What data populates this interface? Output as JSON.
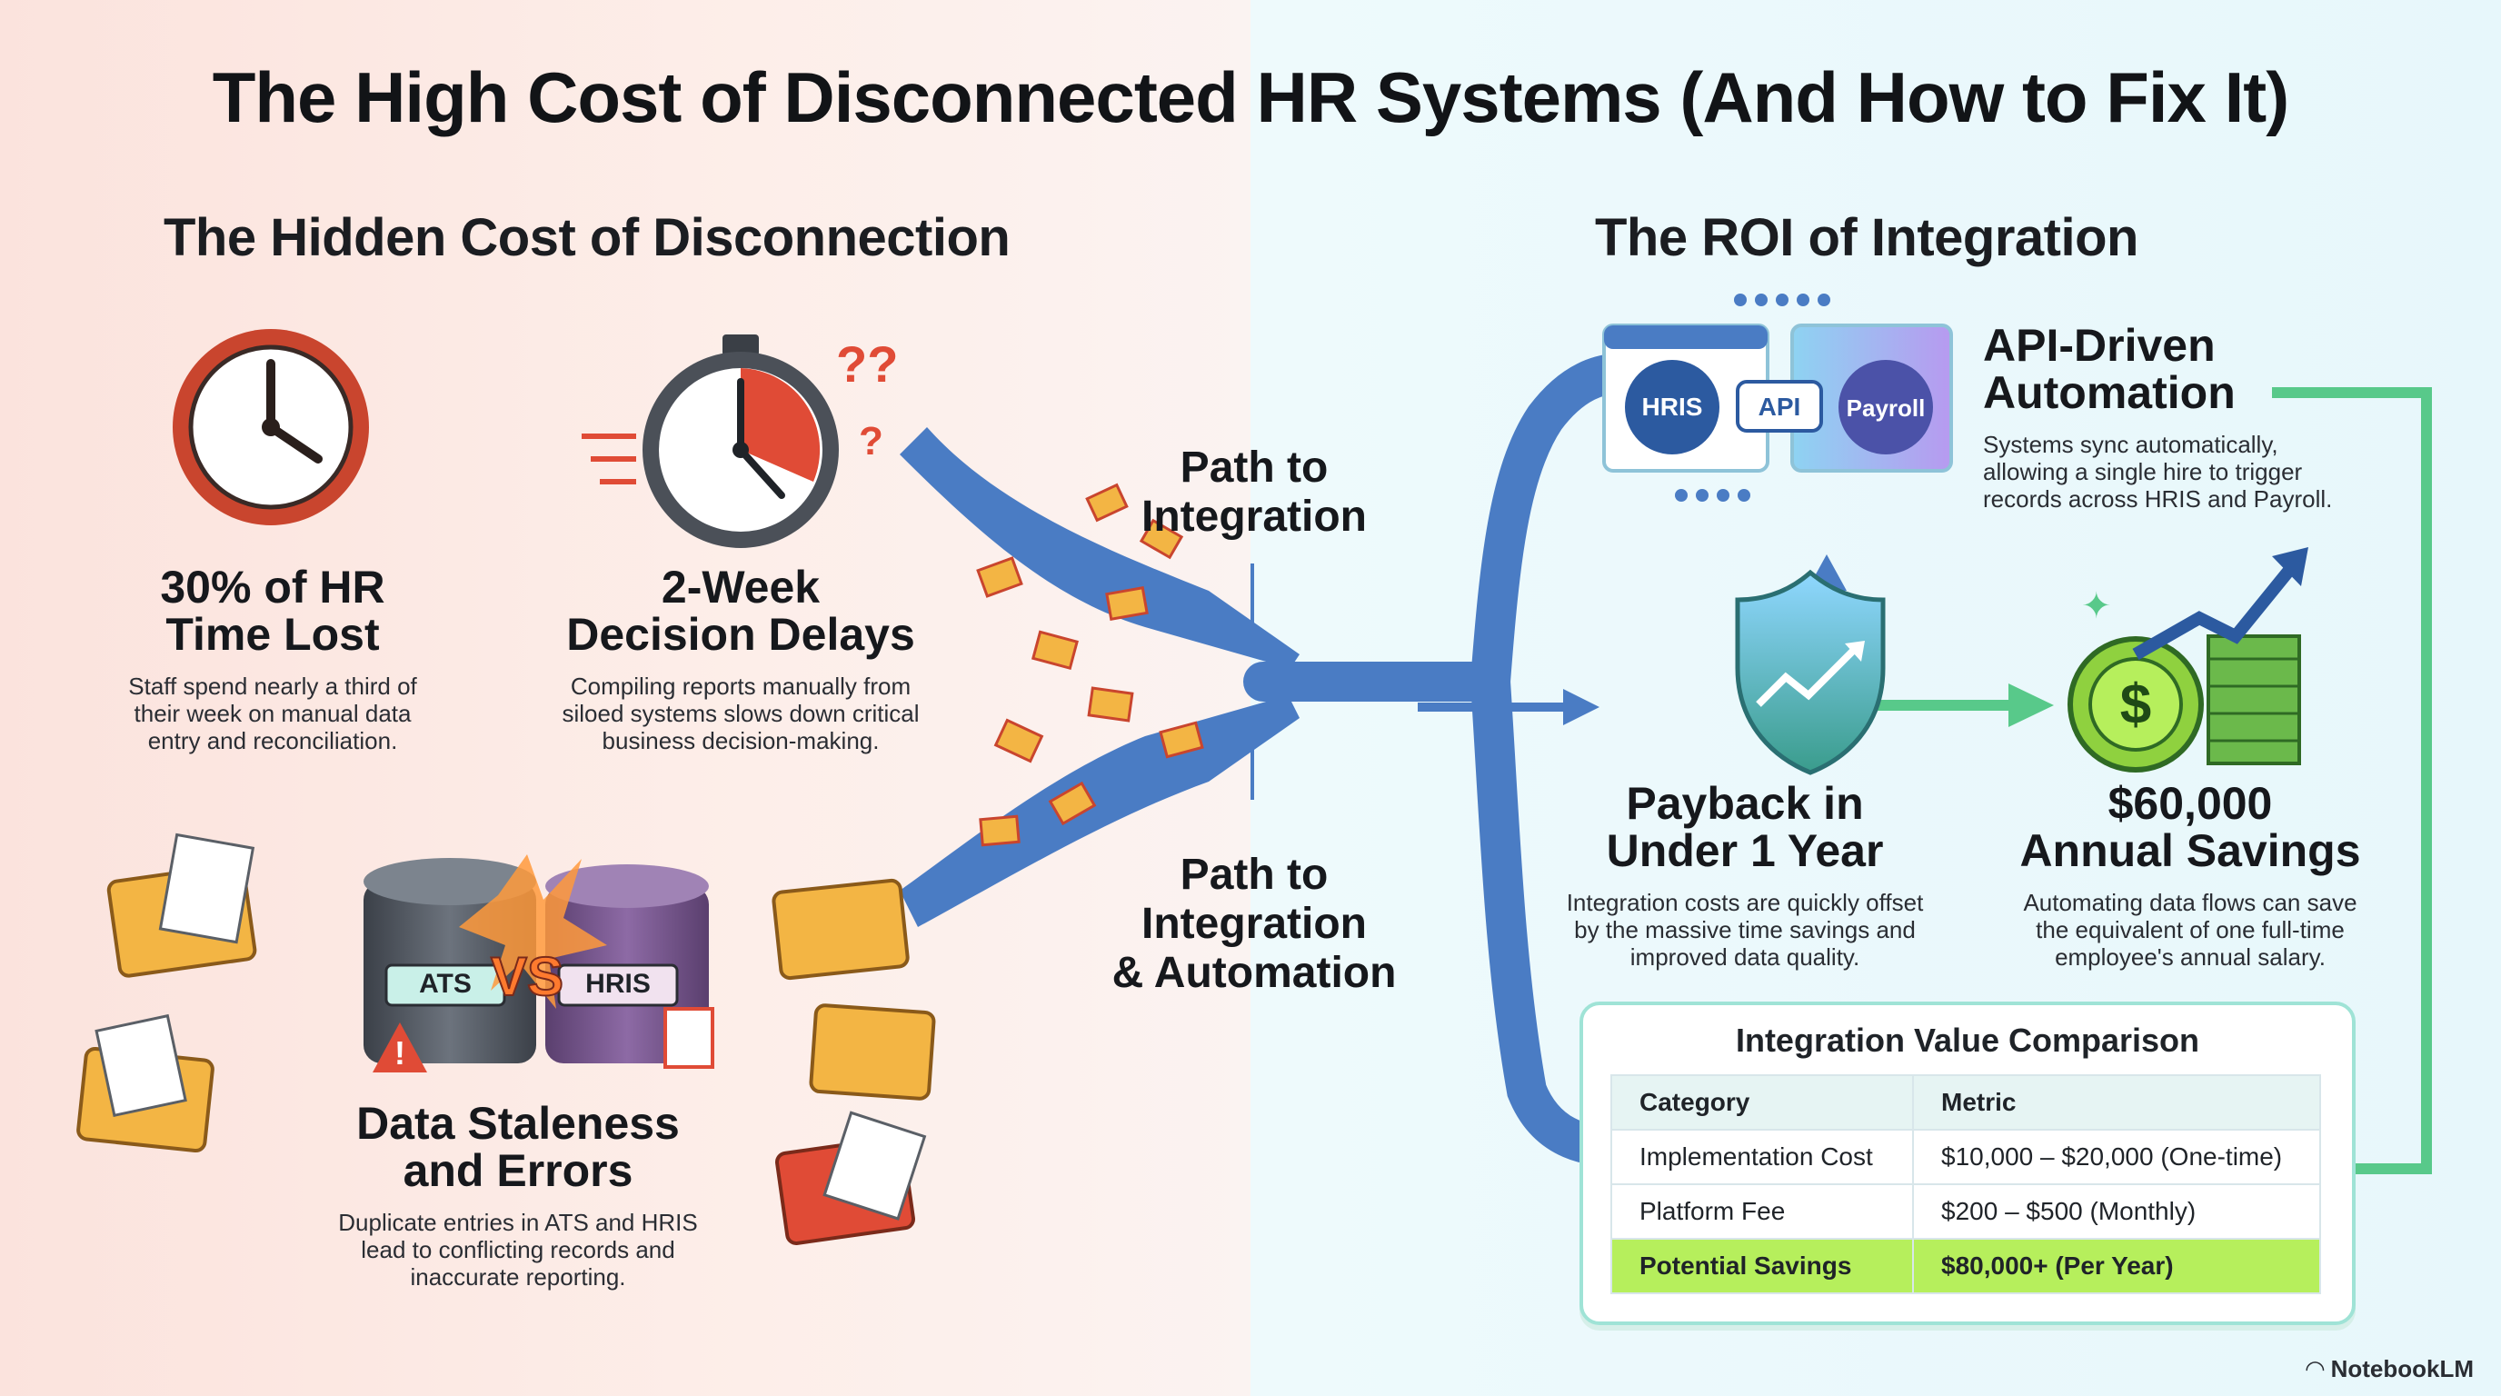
{
  "header": {
    "title": "The High Cost of Disconnected HR Systems (And How to Fix It)"
  },
  "left": {
    "title": "The Hidden Cost of Disconnection",
    "time_lost": {
      "title_1": "30% of HR",
      "title_2": "Time Lost",
      "desc_1": "Staff spend nearly a third of",
      "desc_2": "their week on manual data",
      "desc_3": "entry and reconciliation."
    },
    "delays": {
      "title_1": "2-Week",
      "title_2": "Decision Delays",
      "desc_1": "Compiling reports manually from",
      "desc_2": "siloed systems slows down critical",
      "desc_3": "business decision-making."
    },
    "staleness": {
      "title_1": "Data Staleness",
      "title_2": "and Errors",
      "desc_1": "Duplicate entries in ATS and HRIS",
      "desc_2": "lead to conflicting records and",
      "desc_3": "inaccurate reporting.",
      "db_left": "ATS",
      "db_right": "HRIS",
      "vs": "VS"
    }
  },
  "middle": {
    "path_top_1": "Path to",
    "path_top_2": "Integration",
    "path_bottom_1": "Path to",
    "path_bottom_2": "Integration",
    "path_bottom_3": "& Automation"
  },
  "right": {
    "title": "The ROI of Integration",
    "api": {
      "title_1": "API-Driven",
      "title_2": "Automation",
      "desc_1": "Systems sync automatically,",
      "desc_2": "allowing a single hire to trigger",
      "desc_3": "records across HRIS and Payroll.",
      "node_left": "HRIS",
      "node_mid": "API",
      "node_right": "Payroll"
    },
    "payback": {
      "title_1": "Payback in",
      "title_2": "Under 1 Year",
      "desc_1": "Integration costs are quickly offset",
      "desc_2": "by the massive time savings and",
      "desc_3": "improved data quality."
    },
    "savings": {
      "title_1": "$60,000",
      "title_2": "Annual Savings",
      "desc_1": "Automating data flows can save",
      "desc_2": "the equivalent of one full-time",
      "desc_3": "employee's annual salary.",
      "coin_symbol": "$"
    },
    "table": {
      "title": "Integration Value Comparison",
      "headers": [
        "Category",
        "Metric"
      ],
      "rows": [
        [
          "Implementation Cost",
          "$10,000 – $20,000 (One-time)"
        ],
        [
          "Platform Fee",
          "$200 – $500 (Monthly)"
        ],
        [
          "Potential Savings",
          "$80,000+ (Per Year)"
        ]
      ]
    }
  },
  "footer": {
    "brand": "NotebookLM"
  },
  "colors": {
    "flow_blue": "#4a7cc4",
    "flow_green": "#58c98a",
    "highlight": "#b6ef5c",
    "clock_red": "#c9452e",
    "folder": "#f3b544"
  }
}
